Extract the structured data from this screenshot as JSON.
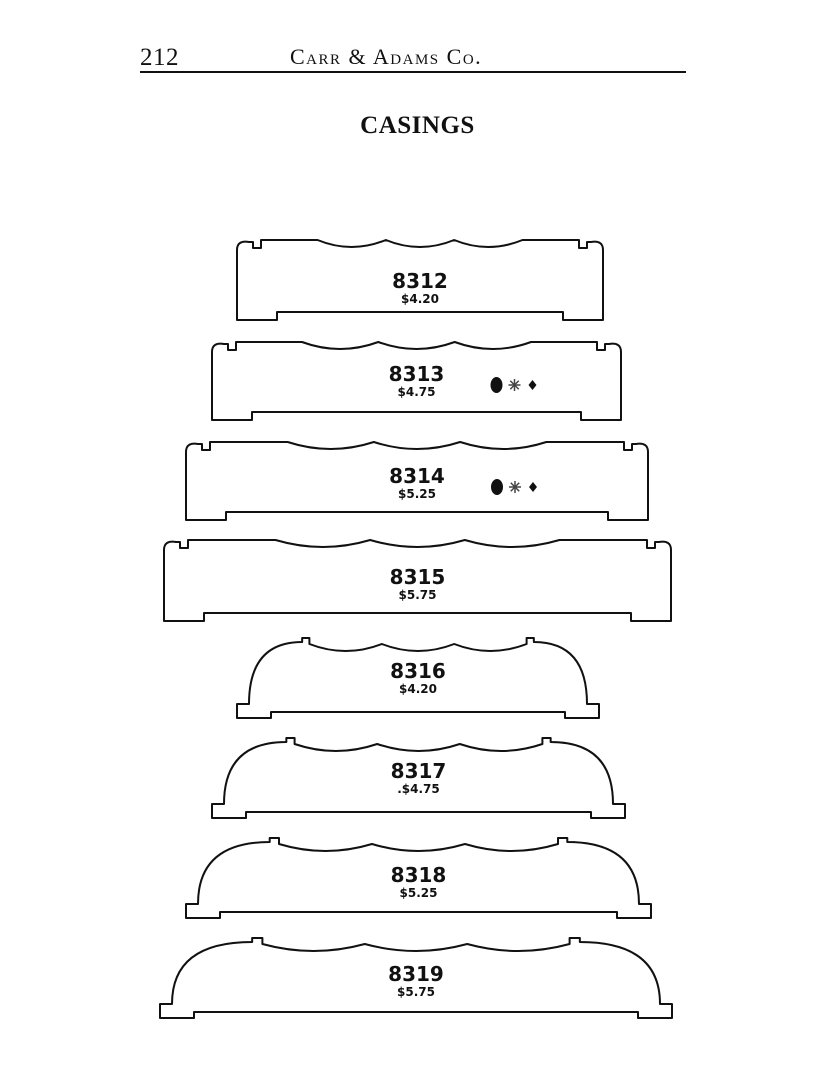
{
  "header": {
    "page_number": "212",
    "publisher": "Carr & Adams Co."
  },
  "section_title": "CASINGS",
  "casings": [
    {
      "number": "8312",
      "price": "$4.20",
      "style": "square",
      "marks": false
    },
    {
      "number": "8313",
      "price": "$4.75",
      "style": "square",
      "marks": true
    },
    {
      "number": "8314",
      "price": "$5.25",
      "style": "square",
      "marks": true
    },
    {
      "number": "8315",
      "price": "$5.75",
      "style": "square",
      "marks": false
    },
    {
      "number": "8316",
      "price": "$4.20",
      "style": "rounded",
      "marks": false
    },
    {
      "number": "8317",
      "price": ".$4.75",
      "style": "rounded",
      "marks": false
    },
    {
      "number": "8318",
      "price": "$5.25",
      "style": "rounded",
      "marks": false
    },
    {
      "number": "8319",
      "price": "$5.75",
      "style": "rounded",
      "marks": false
    }
  ]
}
